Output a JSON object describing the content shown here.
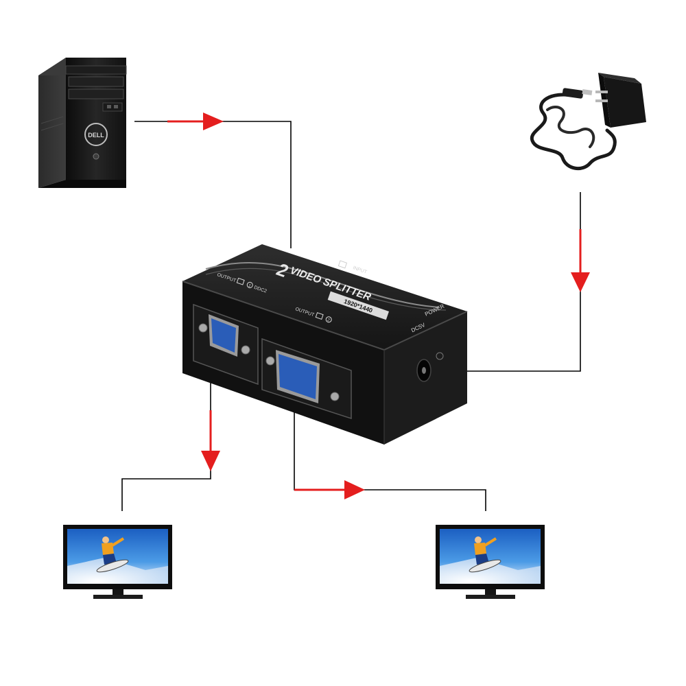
{
  "colors": {
    "background": "#ffffff",
    "wire": "#000000",
    "signal_arrow": "#e41e1e",
    "device_black": "#141414",
    "device_edge": "#3a3a3a",
    "vga_blue": "#2a5db8",
    "screen_sky": "#2f7fd6",
    "screen_snow": "#e9f1fb"
  },
  "pc": {
    "icon": "desktop-tower-icon",
    "brand": "DELL"
  },
  "adapter": {
    "icon": "power-adapter-icon"
  },
  "splitter": {
    "icon": "vga-splitter-icon",
    "model_number": "2",
    "title": "VIDEO SPLITTER",
    "resolution_badge": "1920*1440",
    "input_label": "INPUT",
    "output1_label": "OUTPUT",
    "output1_index": "1",
    "ddc_label": "DDC2",
    "output2_label": "OUTPUT",
    "output2_index": "2",
    "dc_label": "DC5V",
    "power_label": "POWER"
  },
  "monitors": [
    {
      "icon": "monitor-icon"
    },
    {
      "icon": "monitor-icon"
    }
  ]
}
